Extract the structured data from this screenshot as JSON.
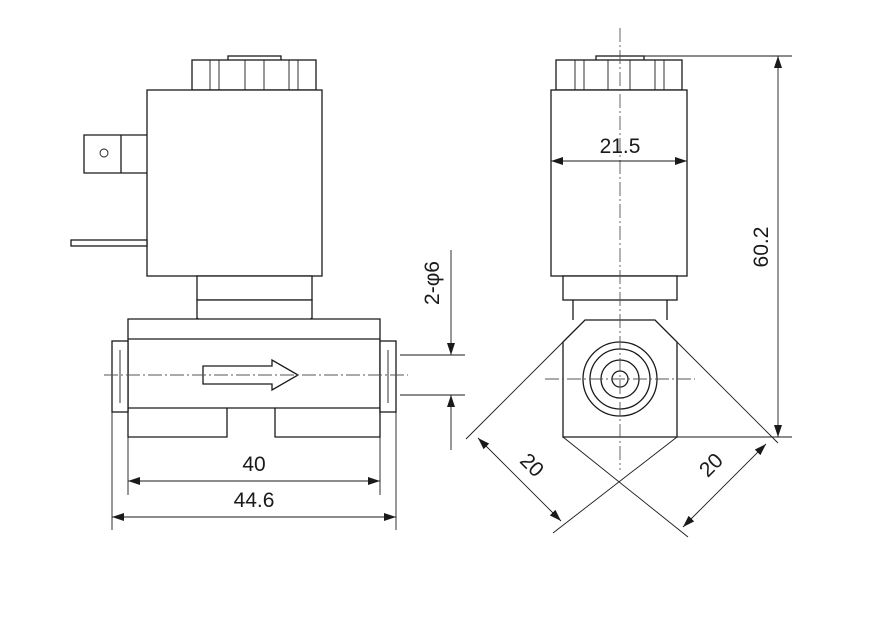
{
  "dimensions": {
    "body_length": "40",
    "overall_length": "44.6",
    "port_spec": "2-φ6",
    "coil_width": "21.5",
    "overall_height": "60.2",
    "hex_flat_left": "20",
    "hex_flat_right": "20"
  },
  "colors": {
    "line": "#1a1a1a",
    "background": "#ffffff"
  },
  "icons": {
    "flow_arrow": "flow-direction-arrow-icon",
    "terminal_hole": "terminal-hole-icon"
  }
}
